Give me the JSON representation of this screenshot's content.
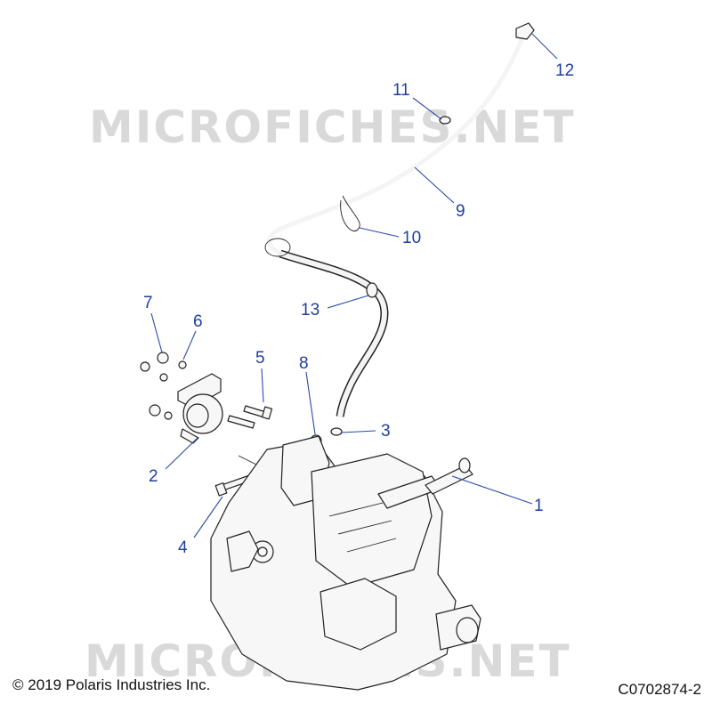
{
  "watermark": "MICROFICHES.NET",
  "copyright": "© 2019 Polaris Industries Inc.",
  "drawing_id": "C0702874-2",
  "callouts": [
    {
      "id": "1",
      "label": "1"
    },
    {
      "id": "2",
      "label": "2"
    },
    {
      "id": "3",
      "label": "3"
    },
    {
      "id": "4",
      "label": "4"
    },
    {
      "id": "5",
      "label": "5"
    },
    {
      "id": "6",
      "label": "6"
    },
    {
      "id": "7",
      "label": "7"
    },
    {
      "id": "8",
      "label": "8"
    },
    {
      "id": "9",
      "label": "9"
    },
    {
      "id": "10",
      "label": "10"
    },
    {
      "id": "11",
      "label": "11"
    },
    {
      "id": "12",
      "label": "12"
    },
    {
      "id": "13",
      "label": "13"
    }
  ],
  "colors": {
    "callout": "#1f3f9f",
    "watermark": "#d9d9d9",
    "linework": "#222222"
  }
}
